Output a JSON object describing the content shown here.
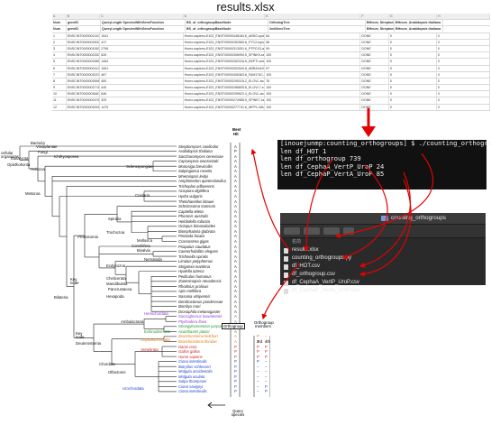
{
  "spreadsheet": {
    "title": "results.xlsx",
    "column_letters": [
      "A",
      "B",
      "C",
      "D",
      "E",
      "F",
      "G",
      "H"
    ],
    "header_rows": [
      [
        "Num",
        "geneID",
        "QueryLength SpeciesWithGeneFunction",
        "BS_of_orthogroupBaseNode",
        "OrthologTree",
        "BHnum_Streptomyces coelicolor",
        "BHnum_Arabidopsis thaliana"
      ],
      [
        "Num",
        "geneID",
        "QueryLength SpeciesWithGeneFunction",
        "BS_of_orthogroupBaseNode",
        "2ndGeneTree",
        "BHnum_Streptomyces coelicolor",
        "BHnum_Arabidopsis thaliana"
      ]
    ],
    "rows": [
      [
        "1",
        "ENSCINT00000021407.3",
        "1041",
        "Homo-sapiens-E102_ENST00000448184.6_ABSG-aydos",
        "84",
        "DONE",
        "0",
        "0"
      ],
      [
        "2",
        "ENSCINT00000025003.2",
        "417",
        "Homo-sapiens-E102_ENST00000262569.6_PTC2-lupid",
        "56",
        "DONE",
        "0",
        "0"
      ],
      [
        "3",
        "ENSCINT00000010633.3",
        "2708",
        "Homo-sapiens-E102_ENST00000313051.6_PTPCX3-ant",
        "99",
        "DONE",
        "0",
        "0"
      ],
      [
        "4",
        "ENSCINT00000023306.1",
        "526",
        "Homo-sapiens-E102_ENST00000306990.5_SPINK9-seri",
        "100",
        "DONE",
        "0",
        "0"
      ],
      [
        "5",
        "ENSCINT00000029855.1",
        "1454",
        "Homo-sapiens-E102_ENST00000262316.6_DEPTI-antit",
        "100",
        "DONE",
        "0",
        "0"
      ],
      [
        "6",
        "ENSCINT00000024127.2",
        "1061",
        "Homo-sapiens-E102_ENST00000302549.8_ABRAXAS2-",
        "97",
        "DONE",
        "0",
        "0"
      ],
      [
        "7",
        "ENSCINT00000030371.1",
        "467",
        "Homo-sapiens-E102_ENST00000406363.6_FAM174C-fo",
        "100",
        "DONE",
        "0",
        "0"
      ],
      [
        "8",
        "ENSCINT00000035566.1",
        "450",
        "Homo-sapiens-E102_ENST00000295315.2_ELOVL-sear",
        "76",
        "DONE",
        "0",
        "0"
      ],
      [
        "9",
        "ENSCINT00000037746.1",
        "440",
        "Homo-sapiens-E102_ENST00000286805.6_ELOVL7-ele",
        "100",
        "DONE",
        "0",
        "0"
      ],
      [
        "10",
        "ENSCINT00000036404.1",
        "646",
        "Homo-sapiens-E102_ENST00000299522.4_ELOVL-sear",
        "100",
        "DONE",
        "0",
        "0"
      ],
      [
        "11",
        "ENSCINT00000024764.2",
        "325",
        "Homo-sapiens-E102_ENST00000274985.5_SPINK7-seri",
        "100",
        "DONE",
        "0",
        "0"
      ],
      [
        "12",
        "ENSCINT00000030919.1",
        "1479",
        "Homo-sapiens-E102_ENST00000277741.6_WFP1-WAS",
        "100",
        "DONE",
        "0",
        "0"
      ]
    ]
  },
  "terminal": {
    "prompt": "[inouejunmp:counting_orthogroups] $ ./counting_orthogroups.py",
    "lines": [
      "len df_HOT 1",
      "len df_orthogroup 739",
      "len df_CephaA_VertP_UroP 24",
      "len df_CephaP_VertA_UroP 85"
    ]
  },
  "finder": {
    "folder": "counting_orthogroups",
    "column_header": "名前",
    "files": [
      "results.xlsx",
      "counting_orthogroups.py",
      "df_HOT.csv",
      "df_orthogroup.csv",
      "df_CephaA_VertP_UroP.csv",
      "df_CephaP_VertA_UroP.csv"
    ]
  },
  "tree": {
    "col_header_top": "Best",
    "col_header_bottom": "Hit",
    "orthogroup_tag": "Orthogroup",
    "orthogroup_members_label": "Orthogroup members",
    "member_col_headers": [
      "3rd",
      "4th"
    ],
    "key_node_label": "Key node",
    "query_species_label": "Query species",
    "clade_labels": {
      "cellular_organisms": "cellular organisms",
      "bacteria": "Bacteria",
      "viridiplantae": "Viridiplantae",
      "fungi": "Fungi",
      "eukaryota": "Eukaryota",
      "ichthyosporea": "Ichthyosporea",
      "opisthokonta": "Opisthokonta",
      "holozoa": "Holozoa",
      "sclerospongiae": "Sclerospongiae",
      "metazoa": "Metazoa",
      "cnidaria": "Cnidaria",
      "spiralia": "Spiralia",
      "trochozoa": "Trochozoa",
      "mollusca": "Mollusca",
      "conchifera": "Conchifera",
      "bivalvia": "Bivalvia",
      "protostomia": "Protostomia",
      "nematoda": "Nematoda",
      "ecdysozoa": "Ecdysozoa",
      "chelicerata": "Chelicerata",
      "mandibulata": "Mandibulata",
      "pancrustacea": "Pancrustacea",
      "hexapoda": "Hexapoda",
      "bilateria": "Bilateria",
      "hemichordata": "Hemichordata",
      "ambulacraria": "Ambulacraria",
      "echinodermata": "Echinodermata",
      "cephalochordata": "Cephalochordata",
      "vertebrata": "Vertebrata",
      "chordata": "Chordata",
      "olfactores": "Olfactores",
      "urochordata": "Urochordata",
      "deuterostomia": "Deuterostomia"
    },
    "clade_colors": {
      "hemichordata": "#8e3bd1",
      "echinodermata": "#1e9a2a",
      "cephalochordata": "#e07a14",
      "vertebrata": "#cf1f1f",
      "urochordata": "#1f3fc9"
    },
    "species": [
      {
        "name": "Streptomyces coelicolor",
        "code": "A",
        "group": "bacteria"
      },
      {
        "name": "Arabidopsis thaliana",
        "code": "P",
        "group": "plant"
      },
      {
        "name": "Saccharomyces cerevisiae",
        "code": "A",
        "group": "fungi"
      },
      {
        "name": "Capsaspora owczarzaki",
        "code": "A",
        "group": "holozoa"
      },
      {
        "name": "Monosiga brevicollis",
        "code": "A",
        "group": "holozoa"
      },
      {
        "name": "Salpingoeca rosetta",
        "code": "A",
        "group": "holozoa"
      },
      {
        "name": "Mnemiopsis leidyi",
        "code": "A",
        "group": "metazoa"
      },
      {
        "name": "Amphimedon queenslandica",
        "code": "A",
        "group": "metazoa"
      },
      {
        "name": "Trichoplax adhaerens",
        "code": "A",
        "group": "metazoa"
      },
      {
        "name": "Acropora digitifera",
        "code": "A",
        "group": "cnidaria"
      },
      {
        "name": "Hydra vulgaris",
        "code": "A",
        "group": "cnidaria"
      },
      {
        "name": "Thelohanellus kitauei",
        "code": "A",
        "group": "cnidaria"
      },
      {
        "name": "Schistosoma mansoni",
        "code": "A",
        "group": "spiralia"
      },
      {
        "name": "Capitella teleta",
        "code": "A",
        "group": "spiralia"
      },
      {
        "name": "Phoronis australis",
        "code": "A",
        "group": "spiralia"
      },
      {
        "name": "Helobdella robusta",
        "code": "A",
        "group": "spiralia"
      },
      {
        "name": "Octopus bimaculoides",
        "code": "A",
        "group": "spiralia"
      },
      {
        "name": "Biomphalaria glabrata",
        "code": "A",
        "group": "spiralia"
      },
      {
        "name": "Pinctada fucata",
        "code": "A",
        "group": "spiralia"
      },
      {
        "name": "Crassostrea gigas",
        "code": "A",
        "group": "spiralia"
      },
      {
        "name": "Priapulus caudatus",
        "code": "A",
        "group": "ecdysozoa"
      },
      {
        "name": "Caenorhabditis elegans",
        "code": "A",
        "group": "ecdysozoa"
      },
      {
        "name": "Trichinella spiralis",
        "code": "A",
        "group": "ecdysozoa"
      },
      {
        "name": "Limulus polyphemus",
        "code": "A",
        "group": "ecdysozoa"
      },
      {
        "name": "Strigamia maritima",
        "code": "A",
        "group": "ecdysozoa"
      },
      {
        "name": "Hyalella azteca",
        "code": "A",
        "group": "ecdysozoa"
      },
      {
        "name": "Pediculus humanus",
        "code": "A",
        "group": "ecdysozoa"
      },
      {
        "name": "Zootermopsis nevadensis",
        "code": "A",
        "group": "ecdysozoa"
      },
      {
        "name": "Rhodnius prolixus",
        "code": "A",
        "group": "ecdysozoa"
      },
      {
        "name": "Apis mellifera",
        "code": "A",
        "group": "ecdysozoa"
      },
      {
        "name": "Nasonia vitripennis",
        "code": "A",
        "group": "ecdysozoa"
      },
      {
        "name": "Dendroctonus ponderosae",
        "code": "A",
        "group": "ecdysozoa"
      },
      {
        "name": "Bombyx mori",
        "code": "A",
        "group": "ecdysozoa"
      },
      {
        "name": "Drosophila melanogaster",
        "code": "A",
        "group": "ecdysozoa"
      },
      {
        "name": "Saccoglossus kowalevskii",
        "code": "A",
        "group": "hemichordata"
      },
      {
        "name": "Ptychodera flava",
        "code": "A",
        "group": "hemichordata"
      },
      {
        "name": "Strongylocentrotus purpuratus",
        "code": "A",
        "group": "echinodermata"
      },
      {
        "name": "Acanthaster planci",
        "code": "A",
        "group": "echinodermata"
      },
      {
        "name": "Branchiostoma belcheri",
        "code": "A",
        "group": "cephalochordata"
      },
      {
        "name": "Branchiostoma floridae",
        "code": "A",
        "group": "cephalochordata"
      },
      {
        "name": "Danio rerio",
        "code": "P",
        "group": "vertebrata"
      },
      {
        "name": "Gallus gallus",
        "code": "P",
        "group": "vertebrata"
      },
      {
        "name": "Homo sapiens",
        "code": "P",
        "group": "vertebrata"
      },
      {
        "name": "Ciona intestinalis",
        "code": "P",
        "group": "urochordata"
      },
      {
        "name": "Botryllus schlosseri",
        "code": "P",
        "group": "urochordata"
      },
      {
        "name": "Molgula occidentalis",
        "code": "P",
        "group": "urochordata"
      },
      {
        "name": "Molgula oculata",
        "code": "P",
        "group": "urochordata"
      },
      {
        "name": "Salpa thompsoni",
        "code": "P",
        "group": "urochordata"
      },
      {
        "name": "Ciona savignyi",
        "code": "P",
        "group": "urochordata"
      },
      {
        "name": "Ciona intestinalis",
        "code": "P",
        "group": "urochordata"
      }
    ],
    "member_marks": {
      "rows_from_index": 38,
      "col3": [
        "P",
        "P",
        "P",
        "P",
        "P",
        "P",
        "–",
        "–",
        "–",
        "–",
        "–",
        "–"
      ],
      "col4": [
        "–",
        "–",
        "P",
        "P",
        "P",
        "–",
        "–",
        "–",
        "–",
        "–",
        "P",
        "P"
      ]
    }
  }
}
